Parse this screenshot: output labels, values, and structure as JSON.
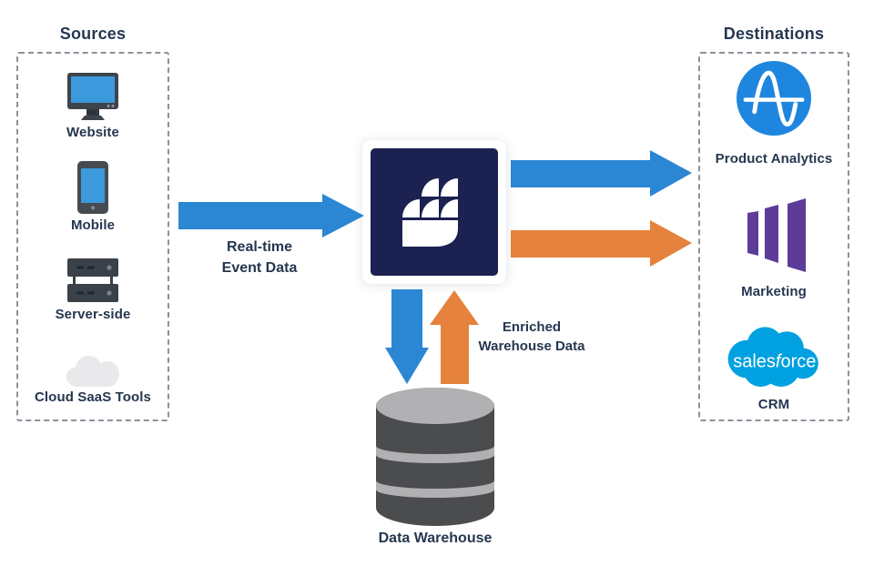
{
  "sources": {
    "title": "Sources",
    "items": [
      {
        "label": "Website",
        "icon": "desktop-monitor-icon"
      },
      {
        "label": "Mobile",
        "icon": "smartphone-icon"
      },
      {
        "label": "Server-side",
        "icon": "server-stack-icon"
      },
      {
        "label": "Cloud SaaS Tools",
        "icon": "cloud-icon"
      }
    ]
  },
  "destinations": {
    "title": "Destinations",
    "items": [
      {
        "label": "Product Analytics",
        "icon": "amplitude-icon"
      },
      {
        "label": "Marketing",
        "icon": "marketo-icon"
      },
      {
        "label": "CRM",
        "icon": "salesforce-icon",
        "wordmark": {
          "pre": "sales",
          "f": "f",
          "post": "orce"
        }
      }
    ]
  },
  "center_hub": {
    "icon": "jitsu-icon"
  },
  "flow_labels": {
    "realtime": {
      "line1": "Real-time",
      "line2": "Event Data"
    },
    "enriched": {
      "line1": "Enriched",
      "line2": "Warehouse Data"
    }
  },
  "warehouse": {
    "label": "Data Warehouse",
    "icon": "database-icon"
  },
  "colors": {
    "arrow_blue": "#2b86d4",
    "arrow_orange": "#e5823c",
    "navy_square": "#1b2150",
    "text_navy": "#253750",
    "dashed_border": "#8a929c",
    "amplitude_blue": "#1e86de",
    "marketo_purple": "#5c3c98",
    "salesforce_blue": "#00a1e0",
    "screen_blue": "#3b99dc",
    "device_gray": "#3e444b",
    "cylinder_dark": "#4b4c4e",
    "cylinder_light": "#b1b1b3",
    "cloud_gray": "#e9e9eb"
  }
}
